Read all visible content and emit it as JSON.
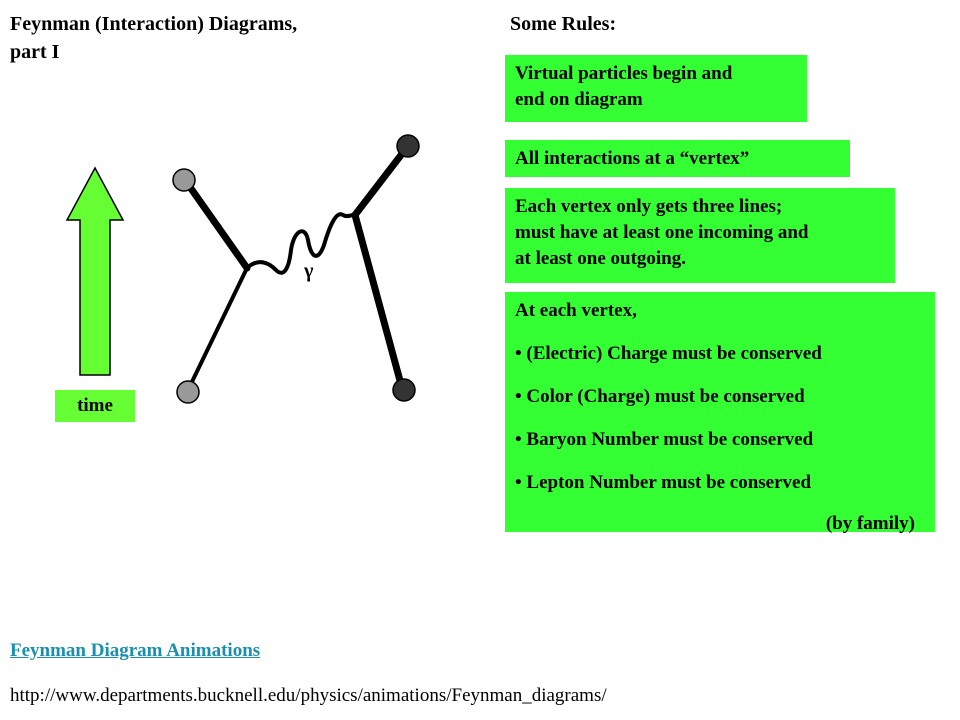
{
  "header": {
    "title_line1": "Feynman (Interaction) Diagrams,",
    "title_line2": "part I",
    "rules_heading": "Some Rules:"
  },
  "diagram": {
    "photon_label": "γ",
    "time_label": "time",
    "colors": {
      "arrow": "#66ff33",
      "particle_light": "#999999",
      "particle_dark": "#333333",
      "line": "#000000"
    }
  },
  "rules": {
    "rule1_line1": "Virtual particles begin and",
    "rule1_line2": "end on diagram",
    "rule2": "All interactions at a “vertex”",
    "rule3_line1": "Each vertex only gets three lines;",
    "rule3_line2": "must have at least one incoming and",
    "rule3_line3": "at least one outgoing.",
    "rule4_intro": "At each vertex,",
    "rule4_bullets": [
      "•  (Electric) Charge must be conserved",
      "•  Color (Charge) must be conserved",
      "•  Baryon Number must be conserved",
      "•  Lepton Number must be conserved"
    ],
    "rule4_note": "(by family)",
    "box_color": "#33ff33"
  },
  "footer": {
    "link_text": "Feynman Diagram Animations",
    "url_text": "http://www.departments.bucknell.edu/physics/animations/Feynman_diagrams/"
  }
}
